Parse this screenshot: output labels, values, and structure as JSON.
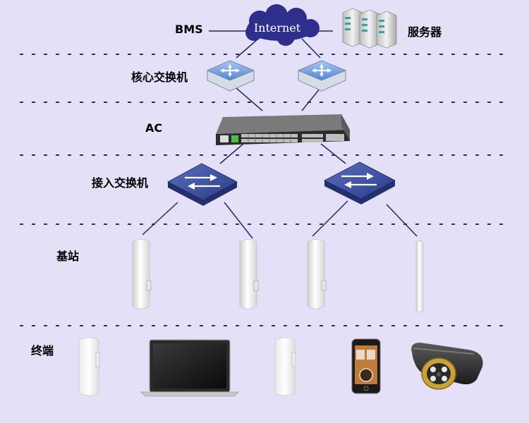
{
  "labels": {
    "bms": "BMS",
    "internet": "Internet",
    "server": "服务器",
    "core_switch": "核心交换机",
    "ac": "AC",
    "access_switch": "接入交换机",
    "base_station": "基站",
    "terminal": "终端"
  },
  "colors": {
    "background": "#e3e0f7",
    "cloud": "#2e2e8c",
    "router": "#6c9ee0",
    "access_switch": "#3a4a9c",
    "line": "#1d2a6a"
  },
  "icons": [
    "cloud-icon",
    "server-icon",
    "router-icon",
    "ac-controller-icon",
    "access-switch-icon",
    "antenna-icon",
    "cpe-icon",
    "laptop-icon",
    "phone-icon",
    "camera-icon"
  ]
}
